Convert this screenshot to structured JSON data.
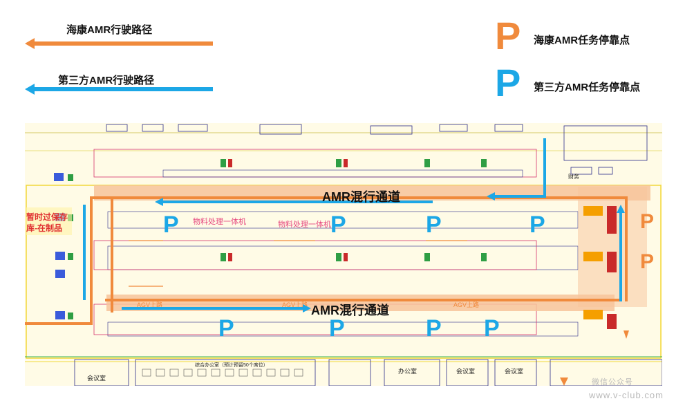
{
  "colors": {
    "hikvision": "#f08a3c",
    "third_party": "#1ca7e6",
    "corridor_fill": "#f7c39a",
    "plan_bg": "#fffbe6"
  },
  "legend": {
    "hik_route": "海康AMR行驶路径",
    "third_route": "第三方AMR行驶路径",
    "hik_stop": "海康AMR任务停靠点",
    "third_stop": "第三方AMR任务停靠点",
    "p_symbol": "P"
  },
  "plan": {
    "corridor_1": "AMR混行通道",
    "corridor_2": "AMR混行通道",
    "left_notice_1": "暂时过保存",
    "left_notice_2": "库-在制品",
    "line_label_1": "物料处理一体机",
    "line_label_2": "物料处理一体机",
    "agv_tag": "AGV上路",
    "office_label": "综合办公室（预计预留50个席位）",
    "meeting_room": "会议室",
    "office_1": "办公室",
    "office_2": "会议室",
    "office_3": "会议室",
    "right_room": "财务"
  },
  "watermark": {
    "site": "www.v-club.com",
    "brand": "微信公众号"
  }
}
